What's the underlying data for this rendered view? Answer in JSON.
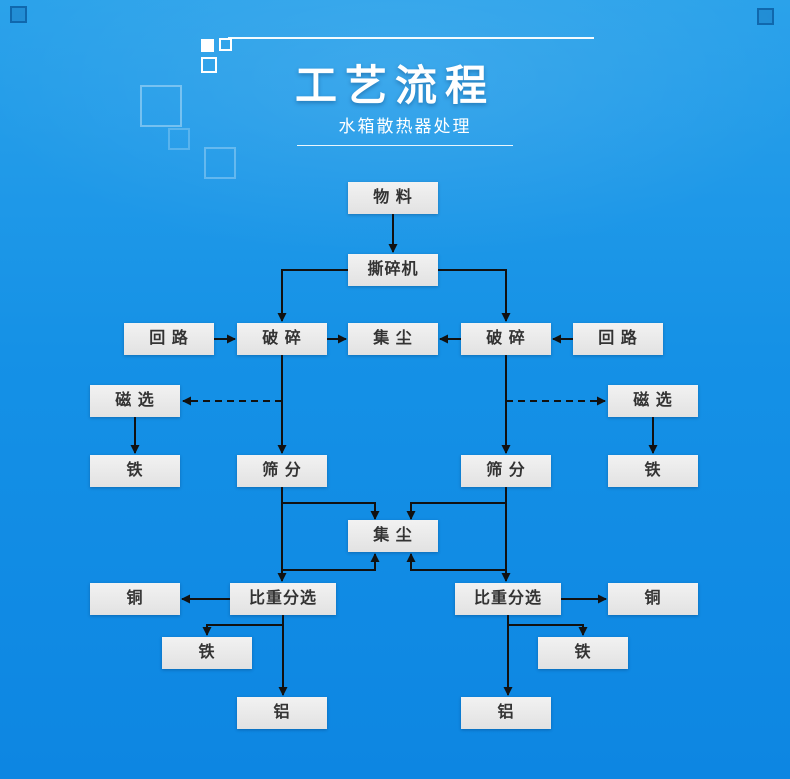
{
  "header": {
    "title": "工艺流程",
    "subtitle": "水箱散热器处理"
  },
  "flow": {
    "nodes": [
      {
        "id": "material",
        "label": "物 料"
      },
      {
        "id": "shredder",
        "label": "撕碎机"
      },
      {
        "id": "loop_left",
        "label": "回 路"
      },
      {
        "id": "crusher_left",
        "label": "破 碎"
      },
      {
        "id": "dust_top",
        "label": "集 尘"
      },
      {
        "id": "crusher_right",
        "label": "破 碎"
      },
      {
        "id": "loop_right",
        "label": "回 路"
      },
      {
        "id": "magnetic_left",
        "label": "磁 选"
      },
      {
        "id": "magnetic_right",
        "label": "磁 选"
      },
      {
        "id": "iron_left",
        "label": "铁"
      },
      {
        "id": "screen_left",
        "label": "筛 分"
      },
      {
        "id": "screen_right",
        "label": "筛 分"
      },
      {
        "id": "iron_right",
        "label": "铁"
      },
      {
        "id": "dust_center",
        "label": "集 尘"
      },
      {
        "id": "copper_left",
        "label": "铜"
      },
      {
        "id": "gravity_left",
        "label": "比重分选"
      },
      {
        "id": "gravity_right",
        "label": "比重分选"
      },
      {
        "id": "copper_right",
        "label": "铜"
      },
      {
        "id": "iron2_left",
        "label": "铁"
      },
      {
        "id": "iron2_right",
        "label": "铁"
      },
      {
        "id": "aluminum_left",
        "label": "铝"
      },
      {
        "id": "aluminum_right",
        "label": "铝"
      }
    ],
    "edges": [
      {
        "from": "material",
        "to": "shredder",
        "style": "solid"
      },
      {
        "from": "shredder",
        "to": "crusher_left",
        "style": "solid"
      },
      {
        "from": "shredder",
        "to": "crusher_right",
        "style": "solid"
      },
      {
        "from": "loop_left",
        "to": "crusher_left",
        "style": "solid"
      },
      {
        "from": "loop_right",
        "to": "crusher_right",
        "style": "solid"
      },
      {
        "from": "crusher_left",
        "to": "dust_top",
        "style": "solid"
      },
      {
        "from": "crusher_right",
        "to": "dust_top",
        "style": "solid"
      },
      {
        "from": "crusher_left",
        "to": "screen_left",
        "style": "solid"
      },
      {
        "from": "crusher_right",
        "to": "screen_right",
        "style": "solid"
      },
      {
        "from": "crusher_left",
        "to": "magnetic_left",
        "style": "dashed"
      },
      {
        "from": "crusher_right",
        "to": "magnetic_right",
        "style": "dashed"
      },
      {
        "from": "magnetic_left",
        "to": "iron_left",
        "style": "solid"
      },
      {
        "from": "magnetic_right",
        "to": "iron_right",
        "style": "solid"
      },
      {
        "from": "screen_left",
        "to": "dust_center",
        "style": "solid"
      },
      {
        "from": "screen_right",
        "to": "dust_center",
        "style": "solid"
      },
      {
        "from": "screen_left",
        "to": "gravity_left",
        "style": "solid"
      },
      {
        "from": "screen_right",
        "to": "gravity_right",
        "style": "solid"
      },
      {
        "from": "gravity_left",
        "to": "dust_center",
        "style": "solid"
      },
      {
        "from": "gravity_right",
        "to": "dust_center",
        "style": "solid"
      },
      {
        "from": "gravity_left",
        "to": "copper_left",
        "style": "solid"
      },
      {
        "from": "gravity_right",
        "to": "copper_right",
        "style": "solid"
      },
      {
        "from": "gravity_left",
        "to": "iron2_left",
        "style": "solid"
      },
      {
        "from": "gravity_right",
        "to": "iron2_right",
        "style": "solid"
      },
      {
        "from": "gravity_left",
        "to": "aluminum_left",
        "style": "solid"
      },
      {
        "from": "gravity_right",
        "to": "aluminum_right",
        "style": "solid"
      }
    ],
    "colors": {
      "background_top": "#2ba2ea",
      "background_bottom": "#0d86e2",
      "box_background": "#e9e9e9",
      "box_text": "#333333",
      "line": "#111111",
      "title_text": "#ffffff"
    }
  }
}
